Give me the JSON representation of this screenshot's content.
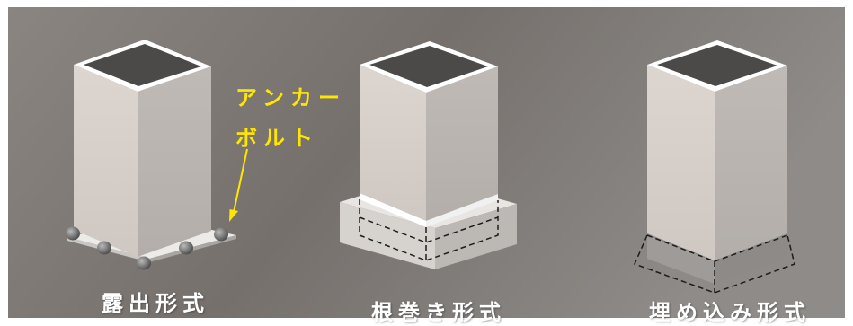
{
  "labels": {
    "anchor_line1": "アンカー",
    "anchor_line2": "ボルト",
    "exposed": "露出形式",
    "wrapped": "根巻き形式",
    "embedded": "埋め込み形式"
  },
  "colors": {
    "background_dark": "#6f6a66",
    "background_light": "#8d8a86",
    "annotation": "#ffe600",
    "caption": "#ffffff",
    "column_left_face": "#d8d0ca",
    "column_right_face": "#b9b4b0",
    "column_top_inner": "#4b4a48"
  }
}
